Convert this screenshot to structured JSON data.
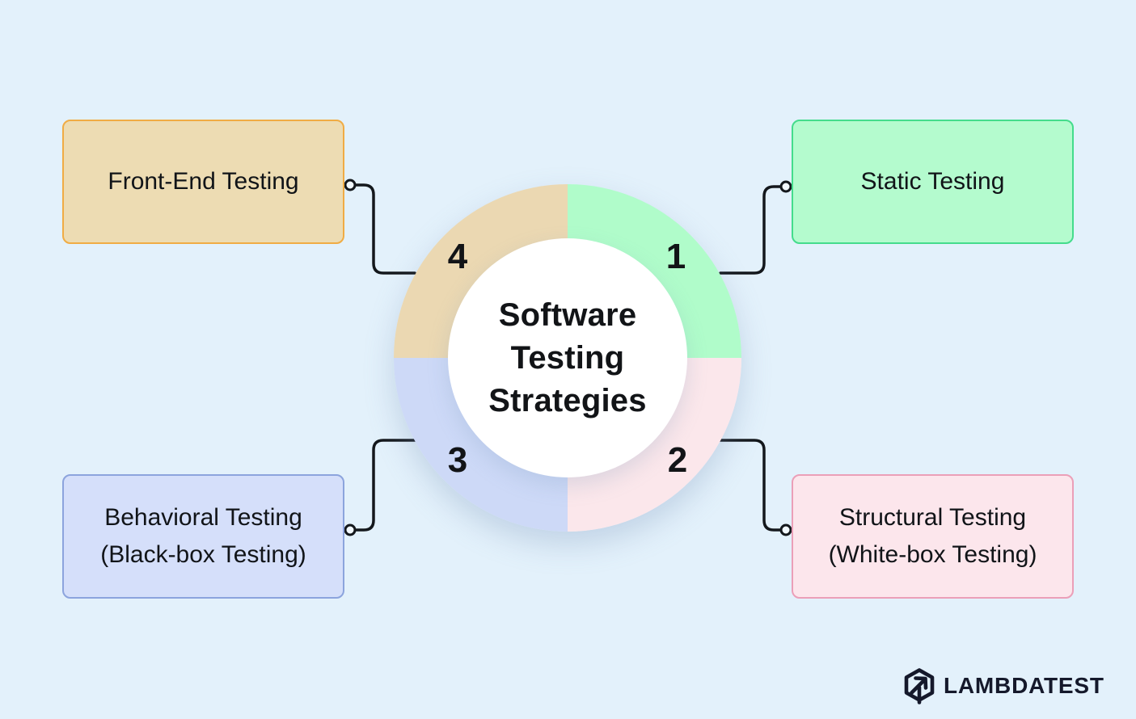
{
  "background_color": "#e3f1fb",
  "center": {
    "lines": [
      "Software",
      "Testing",
      "Strategies"
    ]
  },
  "ring": {
    "quadrants": [
      {
        "number": "1",
        "position": "top-right",
        "color": "#b0fcca"
      },
      {
        "number": "2",
        "position": "bottom-right",
        "color": "#fbe7eb"
      },
      {
        "number": "3",
        "position": "bottom-left",
        "color": "#cdd9f7"
      },
      {
        "number": "4",
        "position": "top-left",
        "color": "#ebd8b2"
      }
    ]
  },
  "boxes": [
    {
      "id": "static-testing",
      "number": "1",
      "lines": [
        "Static Testing",
        ""
      ],
      "fill": "#b4fbce",
      "border": "#44dc8c"
    },
    {
      "id": "structural-testing",
      "number": "2",
      "lines": [
        "Structural Testing",
        "(White-box Testing)"
      ],
      "fill": "#fce6ec",
      "border": "#eb9fb8"
    },
    {
      "id": "behavioral-testing",
      "number": "3",
      "lines": [
        "Behavioral Testing",
        "(Black-box Testing)"
      ],
      "fill": "#d5dffa",
      "border": "#8ca4dd"
    },
    {
      "id": "front-end-testing",
      "number": "4",
      "lines": [
        "Front-End Testing",
        ""
      ],
      "fill": "#eddcb3",
      "border": "#f0ac44"
    }
  ],
  "connector_color": "#14181c",
  "logo": {
    "text": "LAMBDATEST",
    "color": "#15192b"
  }
}
